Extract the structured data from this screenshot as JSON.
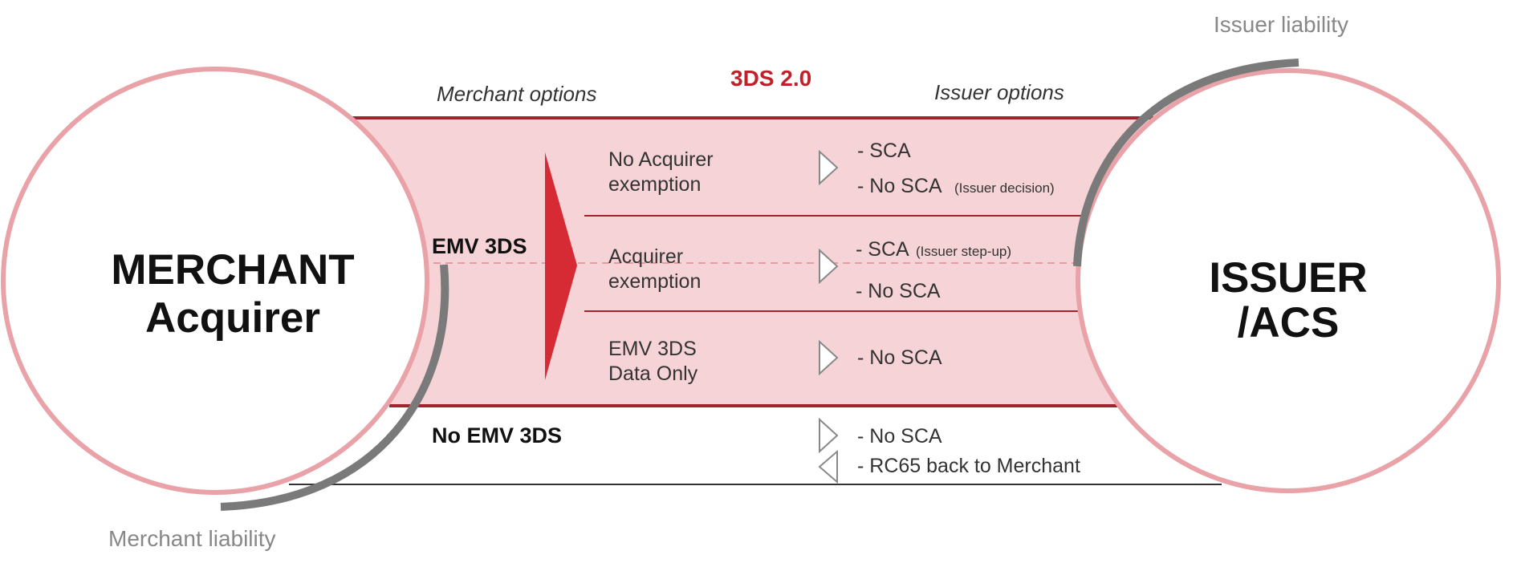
{
  "colors": {
    "band_fill": "#f6d3d6",
    "band_border": "#a3232c",
    "circle_stroke": "#e9a2a7",
    "liability_arc": "#7a7a7a",
    "arrow_red": "#d62b34",
    "title_red": "#c0202a",
    "text_dark": "#111111",
    "text_gray": "#888888"
  },
  "diagram": {
    "title": "3DS 2.0",
    "issuer_liability": "Issuer liability",
    "merchant_liability": "Merchant liability",
    "merchant_options": "Merchant options",
    "issuer_options": "Issuer options",
    "merchant": {
      "line1": "MERCHANT",
      "line2": "Acquirer"
    },
    "issuer": {
      "line1": "ISSUER",
      "line2": "/ACS"
    },
    "emv_3ds_label": "EMV 3DS",
    "no_emv_3ds_label": "No EMV 3DS",
    "rows": [
      {
        "option_line1": "No Acquirer",
        "option_line2": "exemption",
        "outcomes": [
          {
            "text": "- SCA",
            "note": ""
          },
          {
            "text": "- No SCA",
            "note": "(Issuer decision)"
          }
        ]
      },
      {
        "option_line1": "Acquirer",
        "option_line2": "exemption",
        "outcomes": [
          {
            "text": "- SCA",
            "note": "(Issuer step-up)"
          },
          {
            "text": "- No SCA",
            "note": ""
          }
        ]
      },
      {
        "option_line1": "EMV 3DS",
        "option_line2": "Data Only",
        "outcomes": [
          {
            "text": "- No SCA",
            "note": ""
          }
        ]
      }
    ],
    "no_emv_outcomes": [
      {
        "text": "- No SCA"
      },
      {
        "text": "- RC65 back to Merchant"
      }
    ]
  }
}
